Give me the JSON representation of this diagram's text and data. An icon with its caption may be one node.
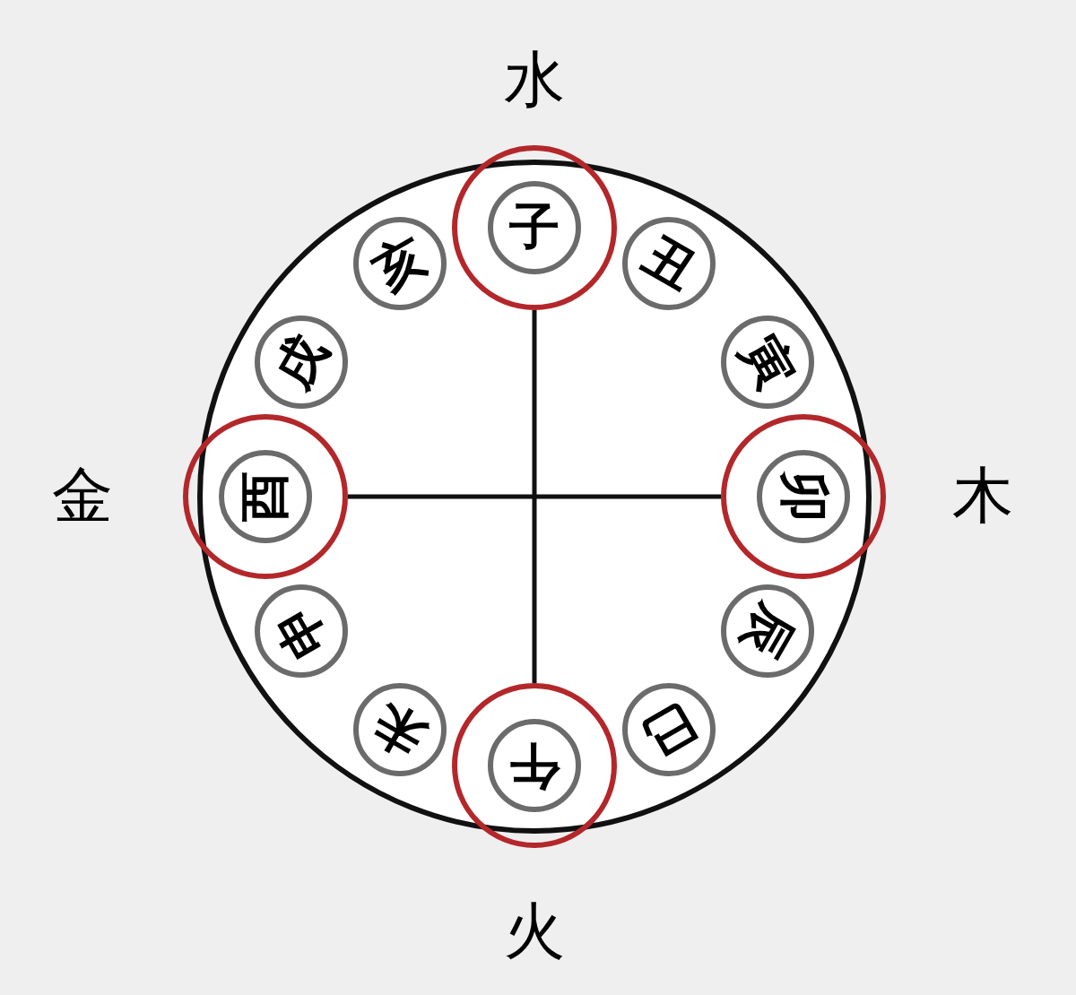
{
  "diagram": {
    "nodes": [
      {
        "text": [],
        "shape": "circle"
      },
      {
        "text": [
          "水"
        ]
      },
      {
        "text": [
          "子"
        ],
        "in": 1
      },
      {
        "text": [
          "丑"
        ],
        "in": 0
      },
      {
        "text": [
          "寅"
        ],
        "in": 0
      },
      {
        "text": [
          "木"
        ]
      },
      {
        "text": [
          "卯"
        ],
        "in": 5
      },
      {
        "text": [
          "辰"
        ],
        "in": 0
      },
      {
        "text": [
          "巳"
        ],
        "in": 0
      },
      {
        "text": [
          "火"
        ]
      },
      {
        "text": [
          "午"
        ],
        "in": 9
      },
      {
        "text": [
          "未"
        ],
        "in": 0
      },
      {
        "text": [
          "申"
        ],
        "in": 0
      },
      {
        "text": [
          "金"
        ]
      },
      {
        "text": [
          "酉"
        ],
        "in": 13
      },
      {
        "text": [
          "戌"
        ],
        "in": 0
      },
      {
        "text": [
          "亥"
        ],
        "in": 0
      }
    ],
    "edges": [
      {
        "from": 1,
        "to": 9,
        "arrow": "none"
      },
      {
        "from": 13,
        "to": 5,
        "arrow": "none"
      }
    ]
  }
}
